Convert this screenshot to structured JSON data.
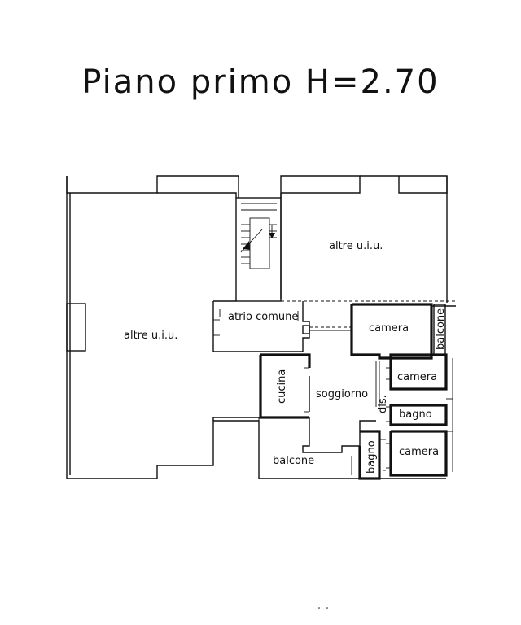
{
  "title": "Piano primo H=2.70",
  "rooms": {
    "altre_uiu_left": "altre u.i.u.",
    "altre_uiu_right": "altre u.i.u.",
    "atrio_comune": "atrio comune",
    "camera_top": "camera",
    "balcone_side": "balcone",
    "camera_mid": "camera",
    "cucina": "cucina",
    "soggiorno": "soggiorno",
    "dis": "dis.",
    "bagno_right": "bagno",
    "bagno_left": "bagno",
    "camera_bottom": "camera",
    "balcone_bottom": "balcone"
  }
}
